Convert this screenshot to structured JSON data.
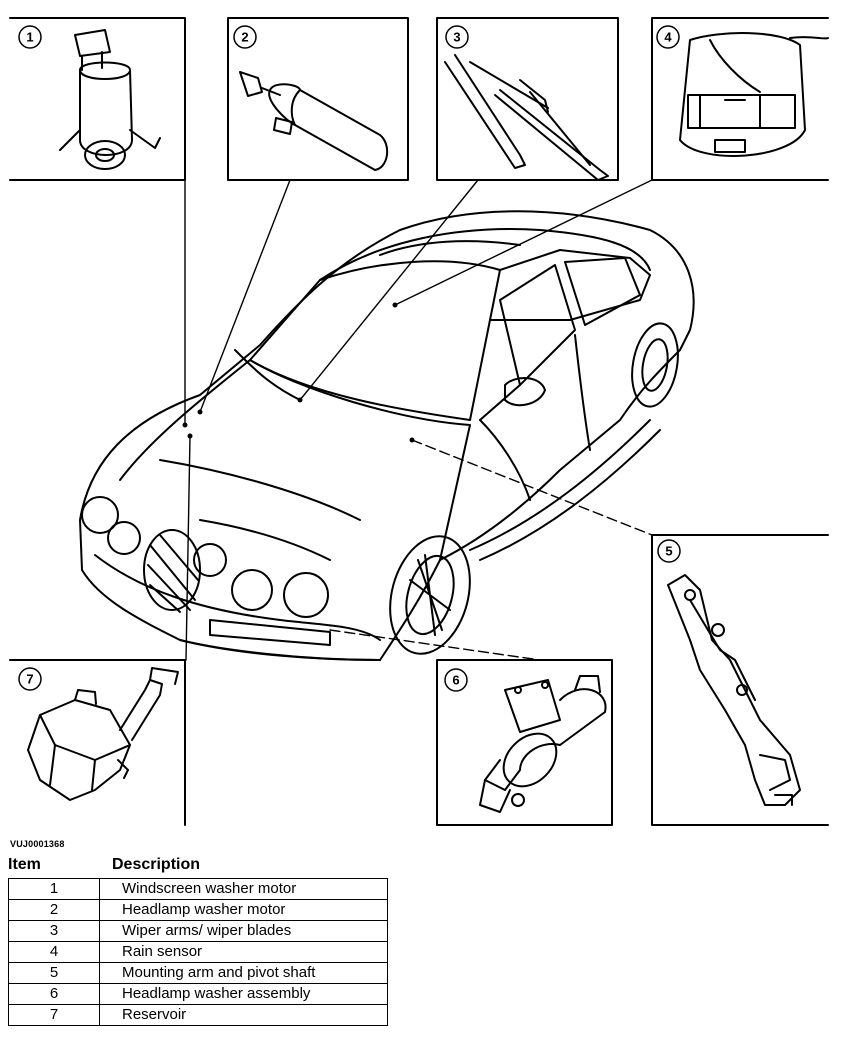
{
  "figure": {
    "code": "VUJ0001368",
    "callouts": [
      "1",
      "2",
      "3",
      "4",
      "5",
      "6",
      "7"
    ]
  },
  "legend": {
    "header_item": "Item",
    "header_description": "Description",
    "rows": [
      {
        "item": "1",
        "description": "Windscreen washer motor"
      },
      {
        "item": "2",
        "description": "Headlamp washer motor"
      },
      {
        "item": "3",
        "description": "Wiper arms/ wiper blades"
      },
      {
        "item": "4",
        "description": "Rain sensor"
      },
      {
        "item": "5",
        "description": "Mounting arm and pivot shaft"
      },
      {
        "item": "6",
        "description": "Headlamp washer assembly"
      },
      {
        "item": "7",
        "description": "Reservoir"
      }
    ]
  }
}
